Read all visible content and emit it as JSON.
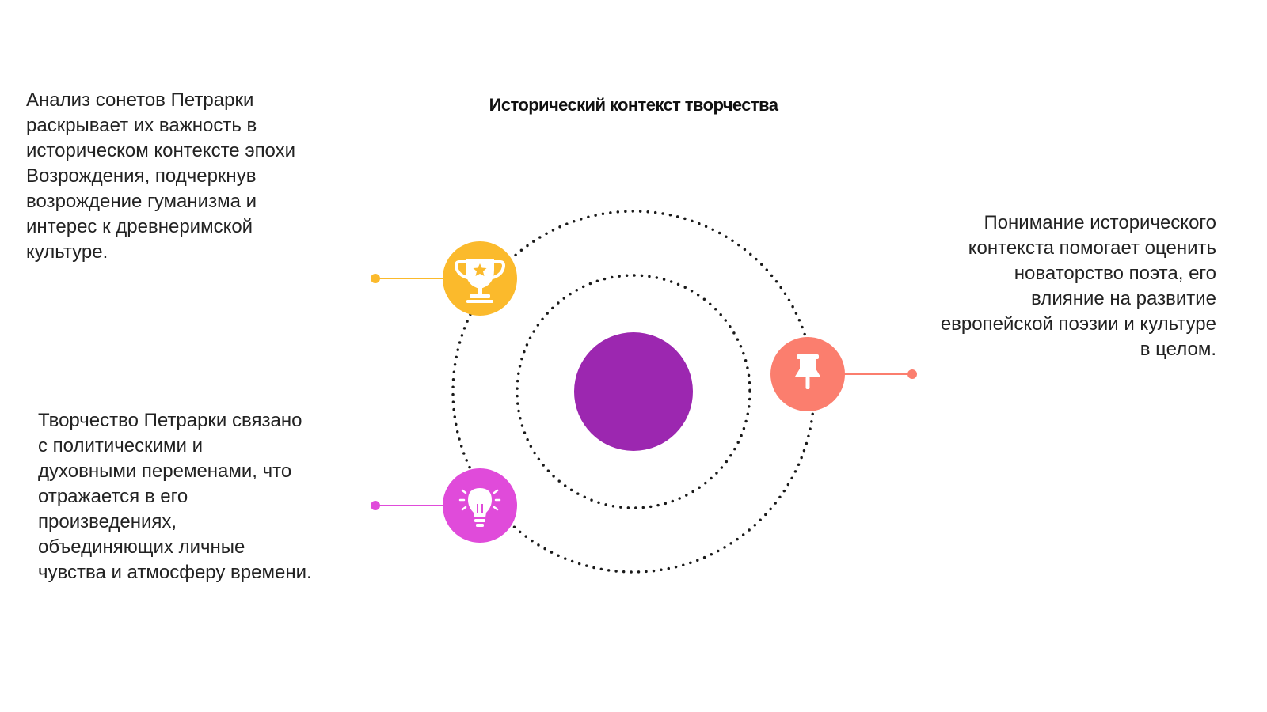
{
  "title": "Исторический контекст творчества",
  "colors": {
    "center": "#9c27b0",
    "trophy": "#fbba2c",
    "pin": "#fb7e6e",
    "bulb": "#e04bda",
    "orbit": "#1a1a1a",
    "text": "#222222"
  },
  "nodes": [
    {
      "icon": "trophy-icon",
      "color": "#fbba2c",
      "text": "Анализ сонетов Петрарки\nраскрывает их важность в\nисторическом контексте эпохи\nВозрождения, подчеркнув\nвозрождение гуманизма и\nинтерес к древнеримской\nкультуре."
    },
    {
      "icon": "pushpin-icon",
      "color": "#fb7e6e",
      "text": "Понимание исторического\nконтекста помогает оценить\nноваторство поэта, его\nвлияние на развитие\nевропейской поэзии и культуре\nв целом."
    },
    {
      "icon": "lightbulb-icon",
      "color": "#e04bda",
      "text": "Творчество Петрарки связано\nс политическими и\nдуховными переменами, что\nотражается в его\nпроизведениях,\nобъединяющих личные\nчувства и атмосферу времени."
    }
  ]
}
